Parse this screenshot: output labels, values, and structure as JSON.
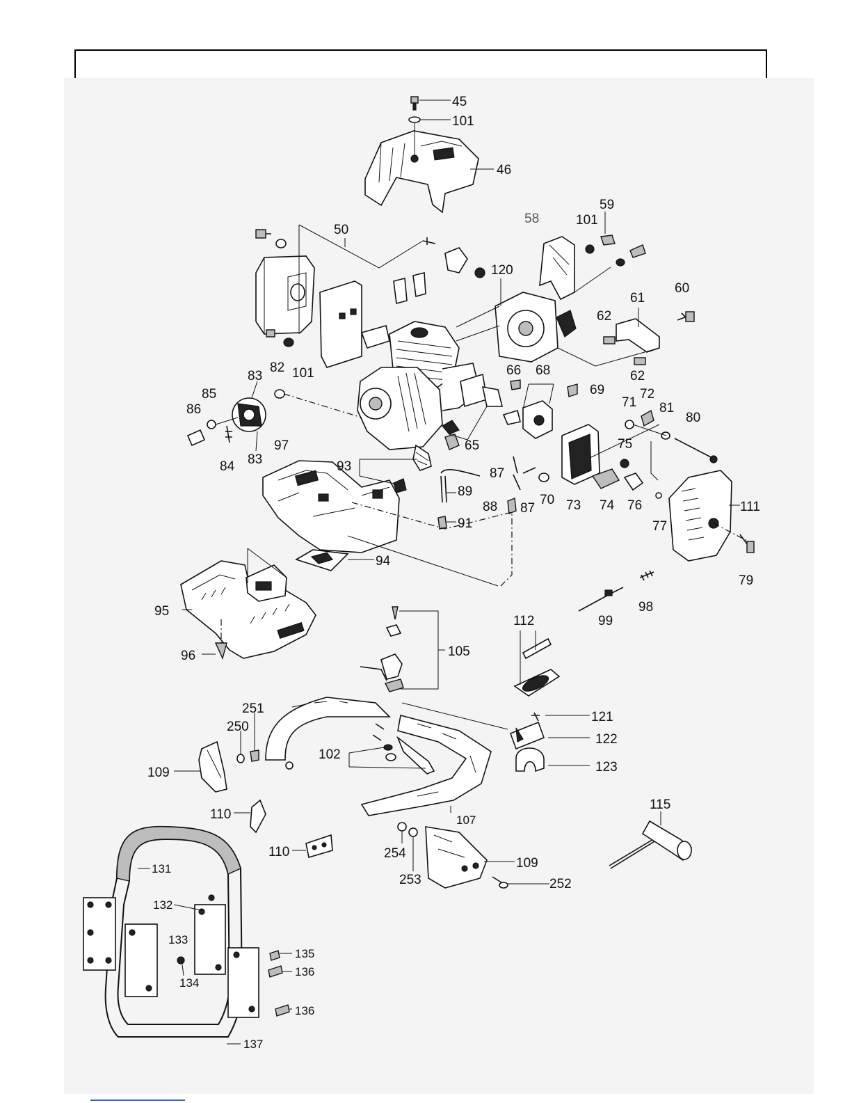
{
  "header": {
    "title": ""
  },
  "labels": {
    "l45": "45",
    "l101a": "101",
    "l46": "46",
    "l59": "59",
    "l101b": "101",
    "l58": "58",
    "l50": "50",
    "l120": "120",
    "l60": "60",
    "l61": "61",
    "l62a": "62",
    "l62b": "62",
    "l101c": "101",
    "l83a": "83",
    "l82": "82",
    "l85": "85",
    "l86": "86",
    "l84": "84",
    "l83b": "83",
    "l66": "66",
    "l68": "68",
    "l69": "69",
    "l65": "65",
    "l71": "71",
    "l72": "72",
    "l81": "81",
    "l80": "80",
    "l75": "75",
    "l97": "97",
    "l93": "93",
    "l89": "89",
    "l87a": "87",
    "l87b": "87",
    "l88": "88",
    "l70": "70",
    "l73": "73",
    "l74": "74",
    "l76": "76",
    "l77": "77",
    "l111": "111",
    "l91": "91",
    "l94": "94",
    "l79": "79",
    "l95": "95",
    "l96": "96",
    "l99": "99",
    "l98": "98",
    "l112": "112",
    "l105": "105",
    "l121": "121",
    "l122": "122",
    "l123": "123",
    "l251": "251",
    "l250": "250",
    "l109a": "109",
    "l102": "102",
    "l110a": "110",
    "l107": "107",
    "l115": "115",
    "l110b": "110",
    "l254": "254",
    "l253": "253",
    "l109b": "109",
    "l252": "252",
    "l131": "131",
    "l132": "132",
    "l133": "133",
    "l134": "134",
    "l135": "135",
    "l136a": "136",
    "l136b": "136",
    "l137": "137"
  }
}
